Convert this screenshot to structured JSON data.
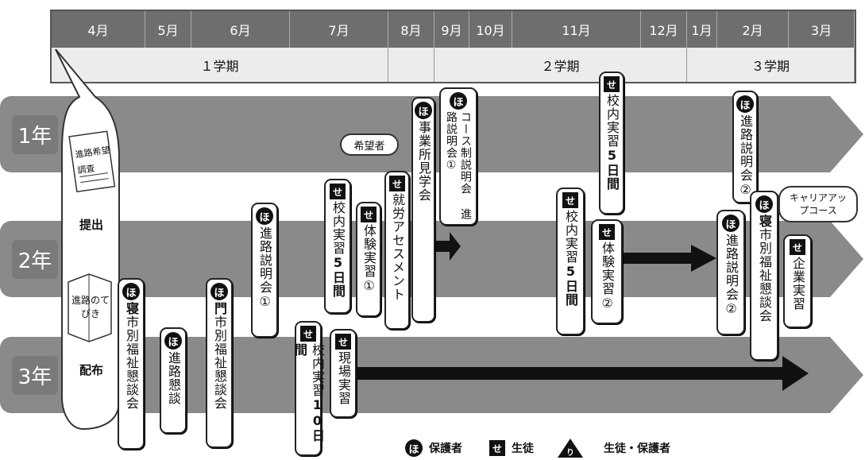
{
  "header": {
    "months": [
      "4月",
      "5月",
      "6月",
      "7月",
      "8月",
      "9月",
      "10月",
      "11月",
      "12月",
      "1月",
      "2月",
      "3月"
    ],
    "terms": [
      "１学期",
      "",
      "２学期",
      "３学期"
    ]
  },
  "grades": [
    "1年",
    "2年",
    "3年"
  ],
  "left_panel": {
    "doc1": "進路希望調査",
    "submit": "提出",
    "book": "進路のてびき",
    "distribute": "配布"
  },
  "cards": {
    "c1": {
      "badge": "ほ",
      "prefix": "寝",
      "text": "市別福祉懇談会"
    },
    "c2": {
      "badge": "ほ",
      "text": "進路懇談"
    },
    "c3": {
      "badge": "ほ",
      "prefix": "門",
      "text": "市別福祉懇談会"
    },
    "c4": {
      "badge": "ほ",
      "text": "進路説明会①"
    },
    "c5": {
      "badge": "せ",
      "text": "校内実習",
      "bold": "10日間"
    },
    "c6": {
      "badge": "せ",
      "text": "現場実習"
    },
    "c7": {
      "badge": "せ",
      "text": "校内実習",
      "bold": "5日間"
    },
    "c8": {
      "badge": "せ",
      "text": "体験実習①"
    },
    "c9": {
      "badge": "せ",
      "text": "就労アセスメント"
    },
    "c10": {
      "badge": "ほ",
      "text": "事業所見学会"
    },
    "c11": {
      "badge": "ほ",
      "text": "コース制説明会 進路説明会①"
    },
    "c12": {
      "badge": "せ",
      "text": "校内実習",
      "bold": "5日間"
    },
    "c13": {
      "badge": "せ",
      "text": "校内実習",
      "bold": "5日間"
    },
    "c14": {
      "badge": "せ",
      "text": "体験実習②"
    },
    "c15": {
      "badge": "ほ",
      "text": "進路説明会②"
    },
    "c16": {
      "badge": "ほ",
      "text": "進路説明会②"
    },
    "c17": {
      "badge": "ほ",
      "prefix": "寝",
      "text": "市別福祉懇談会"
    },
    "c18": {
      "badge": "せ",
      "text": "企業実習"
    }
  },
  "callouts": {
    "kibou": "希望者",
    "career": "キャリアアップコース"
  },
  "legend": {
    "ho_badge": "ほ",
    "ho_label": "保護者",
    "se_badge": "せ",
    "se_label": "生徒",
    "tri_badge": "り",
    "both_label": "生徒・保護者"
  },
  "colors": {
    "band": "#8a8a8a",
    "header": "#6e6e6e",
    "term": "#ececec"
  }
}
